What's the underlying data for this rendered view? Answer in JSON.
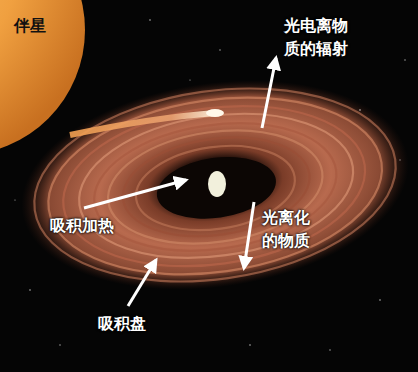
{
  "diagram": {
    "labels": [
      "伴星",
      "光电离物质的辐射",
      "吸积加热",
      "光离化的物质",
      "吸积盘"
    ]
  }
}
